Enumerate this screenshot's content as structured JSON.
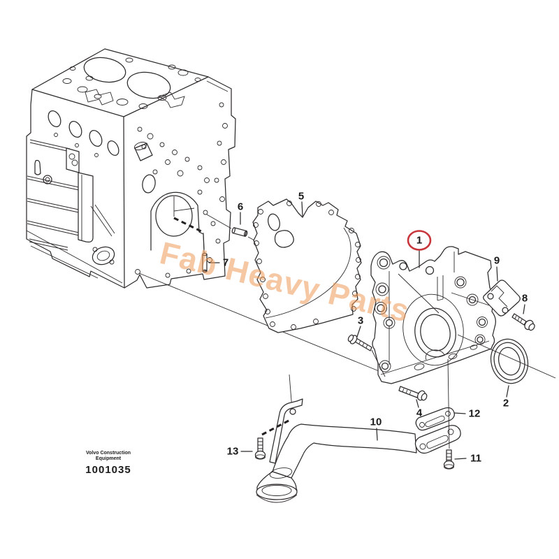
{
  "diagram": {
    "callouts": [
      {
        "label": "1",
        "highlighted": true
      },
      {
        "label": "2",
        "highlighted": false
      },
      {
        "label": "3",
        "highlighted": false
      },
      {
        "label": "4",
        "highlighted": false
      },
      {
        "label": "5",
        "highlighted": false
      },
      {
        "label": "6",
        "highlighted": false
      },
      {
        "label": "7",
        "highlighted": false
      },
      {
        "label": "8",
        "highlighted": false
      },
      {
        "label": "9",
        "highlighted": false
      },
      {
        "label": "10",
        "highlighted": false
      },
      {
        "label": "11",
        "highlighted": false
      },
      {
        "label": "12",
        "highlighted": false
      },
      {
        "label": "13",
        "highlighted": false
      }
    ],
    "watermark_text": "Fab Heavy Parts",
    "footer": {
      "brand_line1": "Volvo Construction",
      "brand_line2": "Equipment",
      "figure_number": "1001035"
    },
    "colors": {
      "line_color": "#2e2b2b",
      "highlight_color": "#c8353a",
      "watermark_color": "#ef9a58",
      "background": "#ffffff"
    }
  }
}
